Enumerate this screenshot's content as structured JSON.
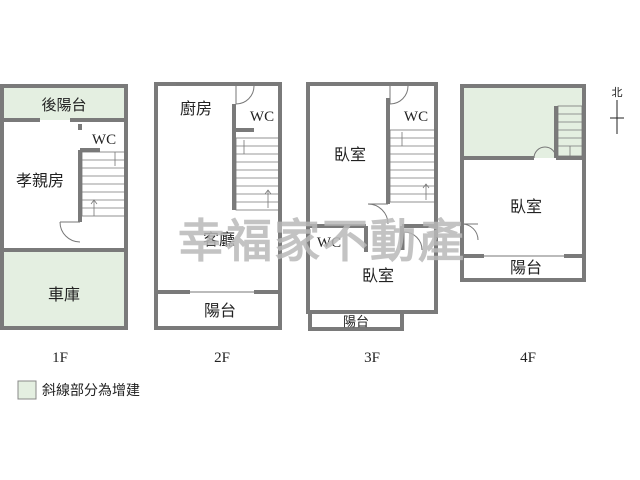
{
  "legend": {
    "swatch_color": "#e4efe1",
    "text": "斜線部分為增建"
  },
  "watermark": "幸福家不動產",
  "compass": {
    "label": "北"
  },
  "floors": {
    "f1": {
      "label": "1F",
      "rooms": {
        "back_balcony": "後陽台",
        "wc": "WC",
        "parents_room": "孝親房",
        "garage": "車庫"
      }
    },
    "f2": {
      "label": "2F",
      "rooms": {
        "kitchen": "廚房",
        "wc": "WC",
        "living_room": "客廳",
        "balcony": "陽台"
      }
    },
    "f3": {
      "label": "3F",
      "rooms": {
        "bedroom_top": "臥室",
        "wc_right": "WC",
        "wc_left": "WC",
        "bedroom_bottom": "臥室",
        "balcony": "陽台"
      }
    },
    "f4": {
      "label": "4F",
      "rooms": {
        "bedroom": "臥室",
        "balcony": "陽台"
      }
    }
  },
  "colors": {
    "wall": "#7a7a7a",
    "addition_fill": "#e4efe1",
    "watermark": "#b9b9b9"
  }
}
